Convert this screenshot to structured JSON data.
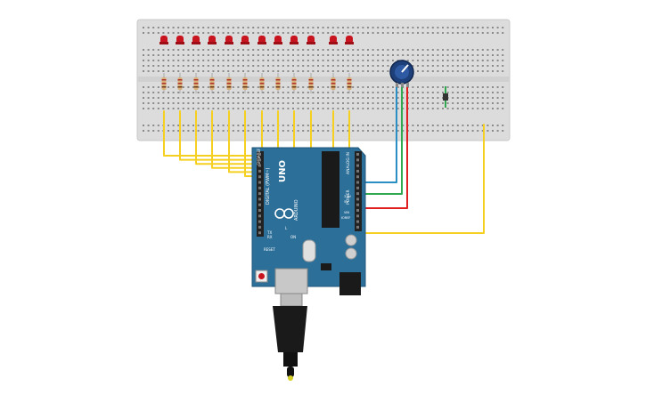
{
  "arduino": {
    "brand": "UNO",
    "maker_label": "ARDUINO",
    "digital_label": "DIGITAL (PWM~)",
    "power_label": "POWER",
    "analog_label": "ANALOG IN",
    "reset_label": "RESET",
    "aref_label": "AREF",
    "gnd_label": "GND",
    "tx_label": "TX",
    "rx_label": "RX",
    "l_label": "L",
    "ioref_label": "IOREF",
    "v33_label": "3.3V",
    "v5_label": "5V",
    "vin_label": "VIN",
    "on_label": "ON"
  },
  "colors": {
    "breadboard": "#dcdcdc",
    "board": "#2c6f99",
    "led": "#c8141e",
    "wire_signal": "#f5d020",
    "wire_power": "#e02020",
    "wire_ground": "#2fa84f",
    "wire_analog": "#2a8fc4",
    "pot": "#1d3f7a"
  },
  "components": {
    "led_count": 12,
    "resistor_count": 12,
    "potentiometer": "potentiometer",
    "sensor": "sensor"
  }
}
